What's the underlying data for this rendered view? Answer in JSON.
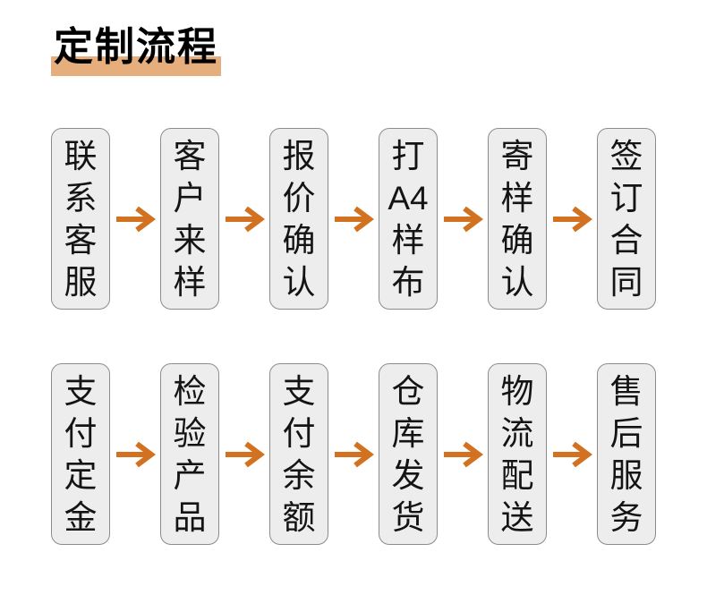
{
  "title": {
    "text": "定制流程",
    "highlight_color": "#e7ae7d"
  },
  "colors": {
    "arrow": "#d2711f",
    "box_fill": "#ededed",
    "box_border": "#8c8c8c",
    "text": "#141414",
    "background": "#ffffff"
  },
  "flow": {
    "rows": [
      {
        "steps": [
          {
            "label": "联系客服",
            "display": "联\n系\n客\n服"
          },
          {
            "label": "客户来样",
            "display": "客\n户\n来\n样"
          },
          {
            "label": "报价确认",
            "display": "报\n价\n确\n认"
          },
          {
            "label": "打A4样布",
            "display": "打\nA4\n样\n布"
          },
          {
            "label": "寄样确认",
            "display": "寄\n样\n确\n认"
          },
          {
            "label": "签订合同",
            "display": "签\n订\n合\n同"
          }
        ]
      },
      {
        "steps": [
          {
            "label": "支付定金",
            "display": "支\n付\n定\n金"
          },
          {
            "label": "检验产品",
            "display": "检\n验\n产\n品"
          },
          {
            "label": "支付余额",
            "display": "支\n付\n余\n额"
          },
          {
            "label": "仓库发货",
            "display": "仓\n库\n发\n货"
          },
          {
            "label": "物流配送",
            "display": "物\n流\n配\n送"
          },
          {
            "label": "售后服务",
            "display": "售\n后\n服\n务"
          }
        ]
      }
    ]
  }
}
